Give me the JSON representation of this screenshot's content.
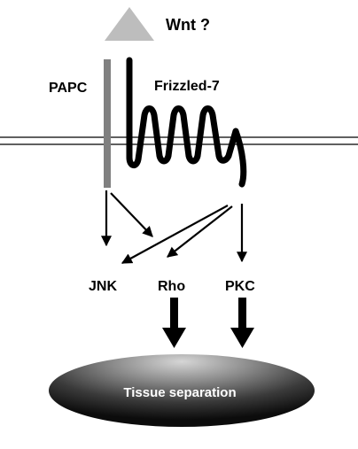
{
  "diagram": {
    "ligand_label": "Wnt ?",
    "receptor_left_label": "PAPC",
    "receptor_right_label": "Frizzled-7",
    "effectors": {
      "jnk": "JNK",
      "rho": "Rho",
      "pkc": "PKC"
    },
    "outcome_label": "Tissue separation",
    "colors": {
      "ligand_triangle": "#bdbdbd",
      "papc_bar": "#808080",
      "ink": "#000000",
      "ellipse_light": "#bfbfbf",
      "ellipse_dark": "#111111",
      "outcome_text": "#ffffff"
    }
  }
}
